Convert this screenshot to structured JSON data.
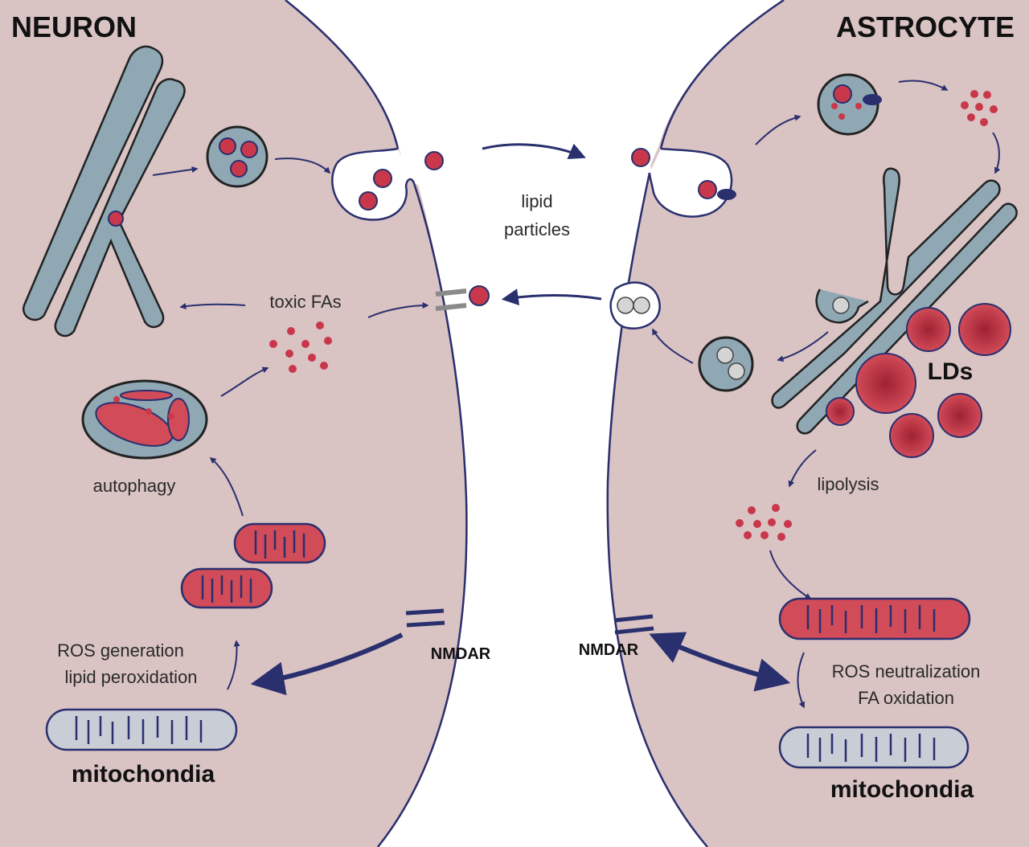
{
  "titles": {
    "neuron": "NEURON",
    "astrocyte": "ASTROCYTE"
  },
  "labels": {
    "lipid_particles_1": "lipid",
    "lipid_particles_2": "particles",
    "toxic_fas": "toxic FAs",
    "autophagy": "autophagy",
    "ros_generation": "ROS generation",
    "lipid_peroxidation": "lipid peroxidation",
    "mitochondia_neuron": "mitochondia",
    "nmdar_neuron": "NMDAR",
    "nmdar_astrocyte": "NMDAR",
    "lds": "LDs",
    "lipolysis": "lipolysis",
    "ros_neutralization": "ROS neutralization",
    "fa_oxidation": "FA oxidation",
    "mitochondia_astrocyte": "mitochondia"
  },
  "colors": {
    "cytoplasm": "#d9c3c3",
    "membrane": "#2a2f6e",
    "er": "#8fa8b4",
    "lipid": "#c9384a",
    "mito_healthy": "#c9cdd6",
    "mito_active": "#d24b58",
    "arrow": "#2a2f6e"
  }
}
